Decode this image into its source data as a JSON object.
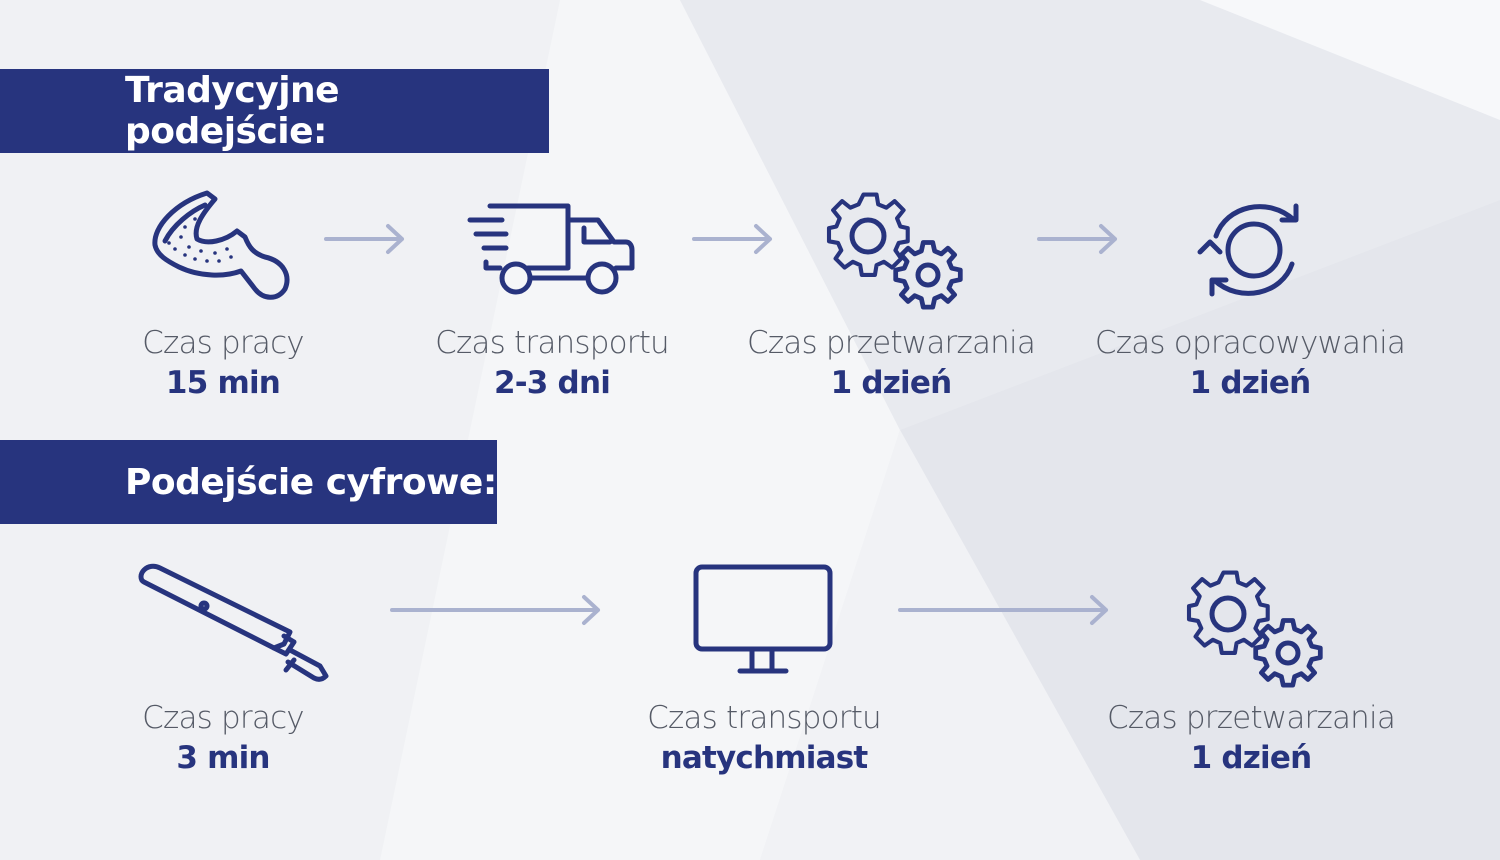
{
  "colors": {
    "banner": "#27347e",
    "value_text": "#27347e",
    "label_text": "#555a66",
    "arrow": "#aab2cf",
    "background": "#eceef2"
  },
  "traditional": {
    "title": "Tradycyjne podejście:",
    "steps": [
      {
        "icon": "dental-impression-tray-icon",
        "label": "Czas pracy",
        "value": "15 min"
      },
      {
        "icon": "delivery-truck-icon",
        "label": "Czas transportu",
        "value": "2-3 dni"
      },
      {
        "icon": "gears-icon",
        "label": "Czas przetwarzania",
        "value": "1 dzień"
      },
      {
        "icon": "refresh-cycle-icon",
        "label": "Czas opracowywania",
        "value": "1 dzień"
      }
    ]
  },
  "digital": {
    "title": "Podejście cyfrowe:",
    "steps": [
      {
        "icon": "intraoral-scanner-icon",
        "label": "Czas pracy",
        "value": "3 min"
      },
      {
        "icon": "computer-monitor-icon",
        "label": "Czas transportu",
        "value": "natychmiast"
      },
      {
        "icon": "gears-icon",
        "label": "Czas przetwarzania",
        "value": "1 dzień"
      }
    ]
  }
}
